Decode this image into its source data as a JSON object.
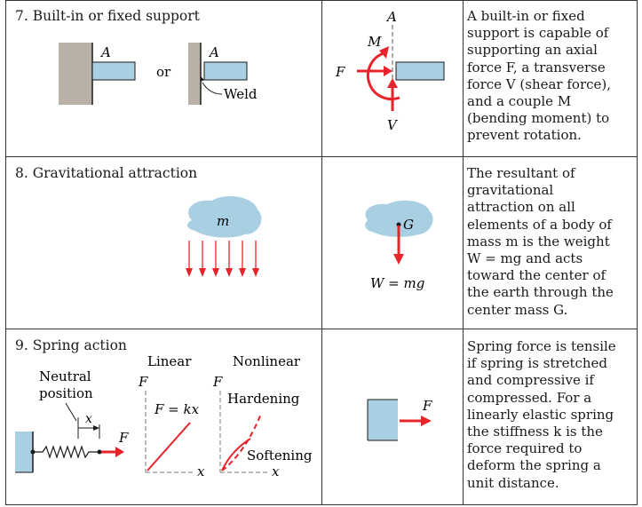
{
  "rows": [
    {
      "title": "7. Built-in or fixed support",
      "labels": {
        "a1": "A",
        "or": "or",
        "a2": "A",
        "weld": "Weld",
        "A": "A",
        "M": "M",
        "F": "F",
        "V": "V"
      },
      "description_lines": [
        "A built-in or fixed",
        "support is capable of",
        "supporting an axial",
        "force F, a transverse",
        "force V (shear force),",
        "and a couple M",
        "(bending moment) to",
        "prevent rotation."
      ]
    },
    {
      "title": "8. Gravitational attraction",
      "labels": {
        "m": "m",
        "G": "G",
        "W": "W = mg"
      },
      "description_lines": [
        "The resultant of",
        "gravitational",
        "attraction on all",
        "elements of a body of",
        "mass m is the weight",
        "W = mg and acts",
        "toward the center of",
        "the earth through the",
        "center mass G."
      ]
    },
    {
      "title": "9. Spring action",
      "labels": {
        "neutral1": "Neutral",
        "neutral2": "position",
        "x": "x",
        "F": "F",
        "linear": "Linear",
        "nonlinear": "Nonlinear",
        "F_axis1": "F",
        "F_axis2": "F",
        "eq": "F = kx",
        "hardening": "Hardening",
        "softening": "Softening",
        "x_axis1": "x",
        "x_axis2": "x",
        "F_right": "F"
      },
      "description_lines": [
        "Spring force is tensile",
        "if spring is stretched",
        "and compressive if",
        "compressed. For a",
        "linearly elastic spring",
        "the stiffness k is the",
        "force required to",
        "deform the spring a",
        "unit distance."
      ]
    }
  ],
  "colors": {
    "force": "#e8232a",
    "body": "#a9cfe3",
    "wall": "#b9b0a6",
    "line": "#1a1a1a"
  }
}
